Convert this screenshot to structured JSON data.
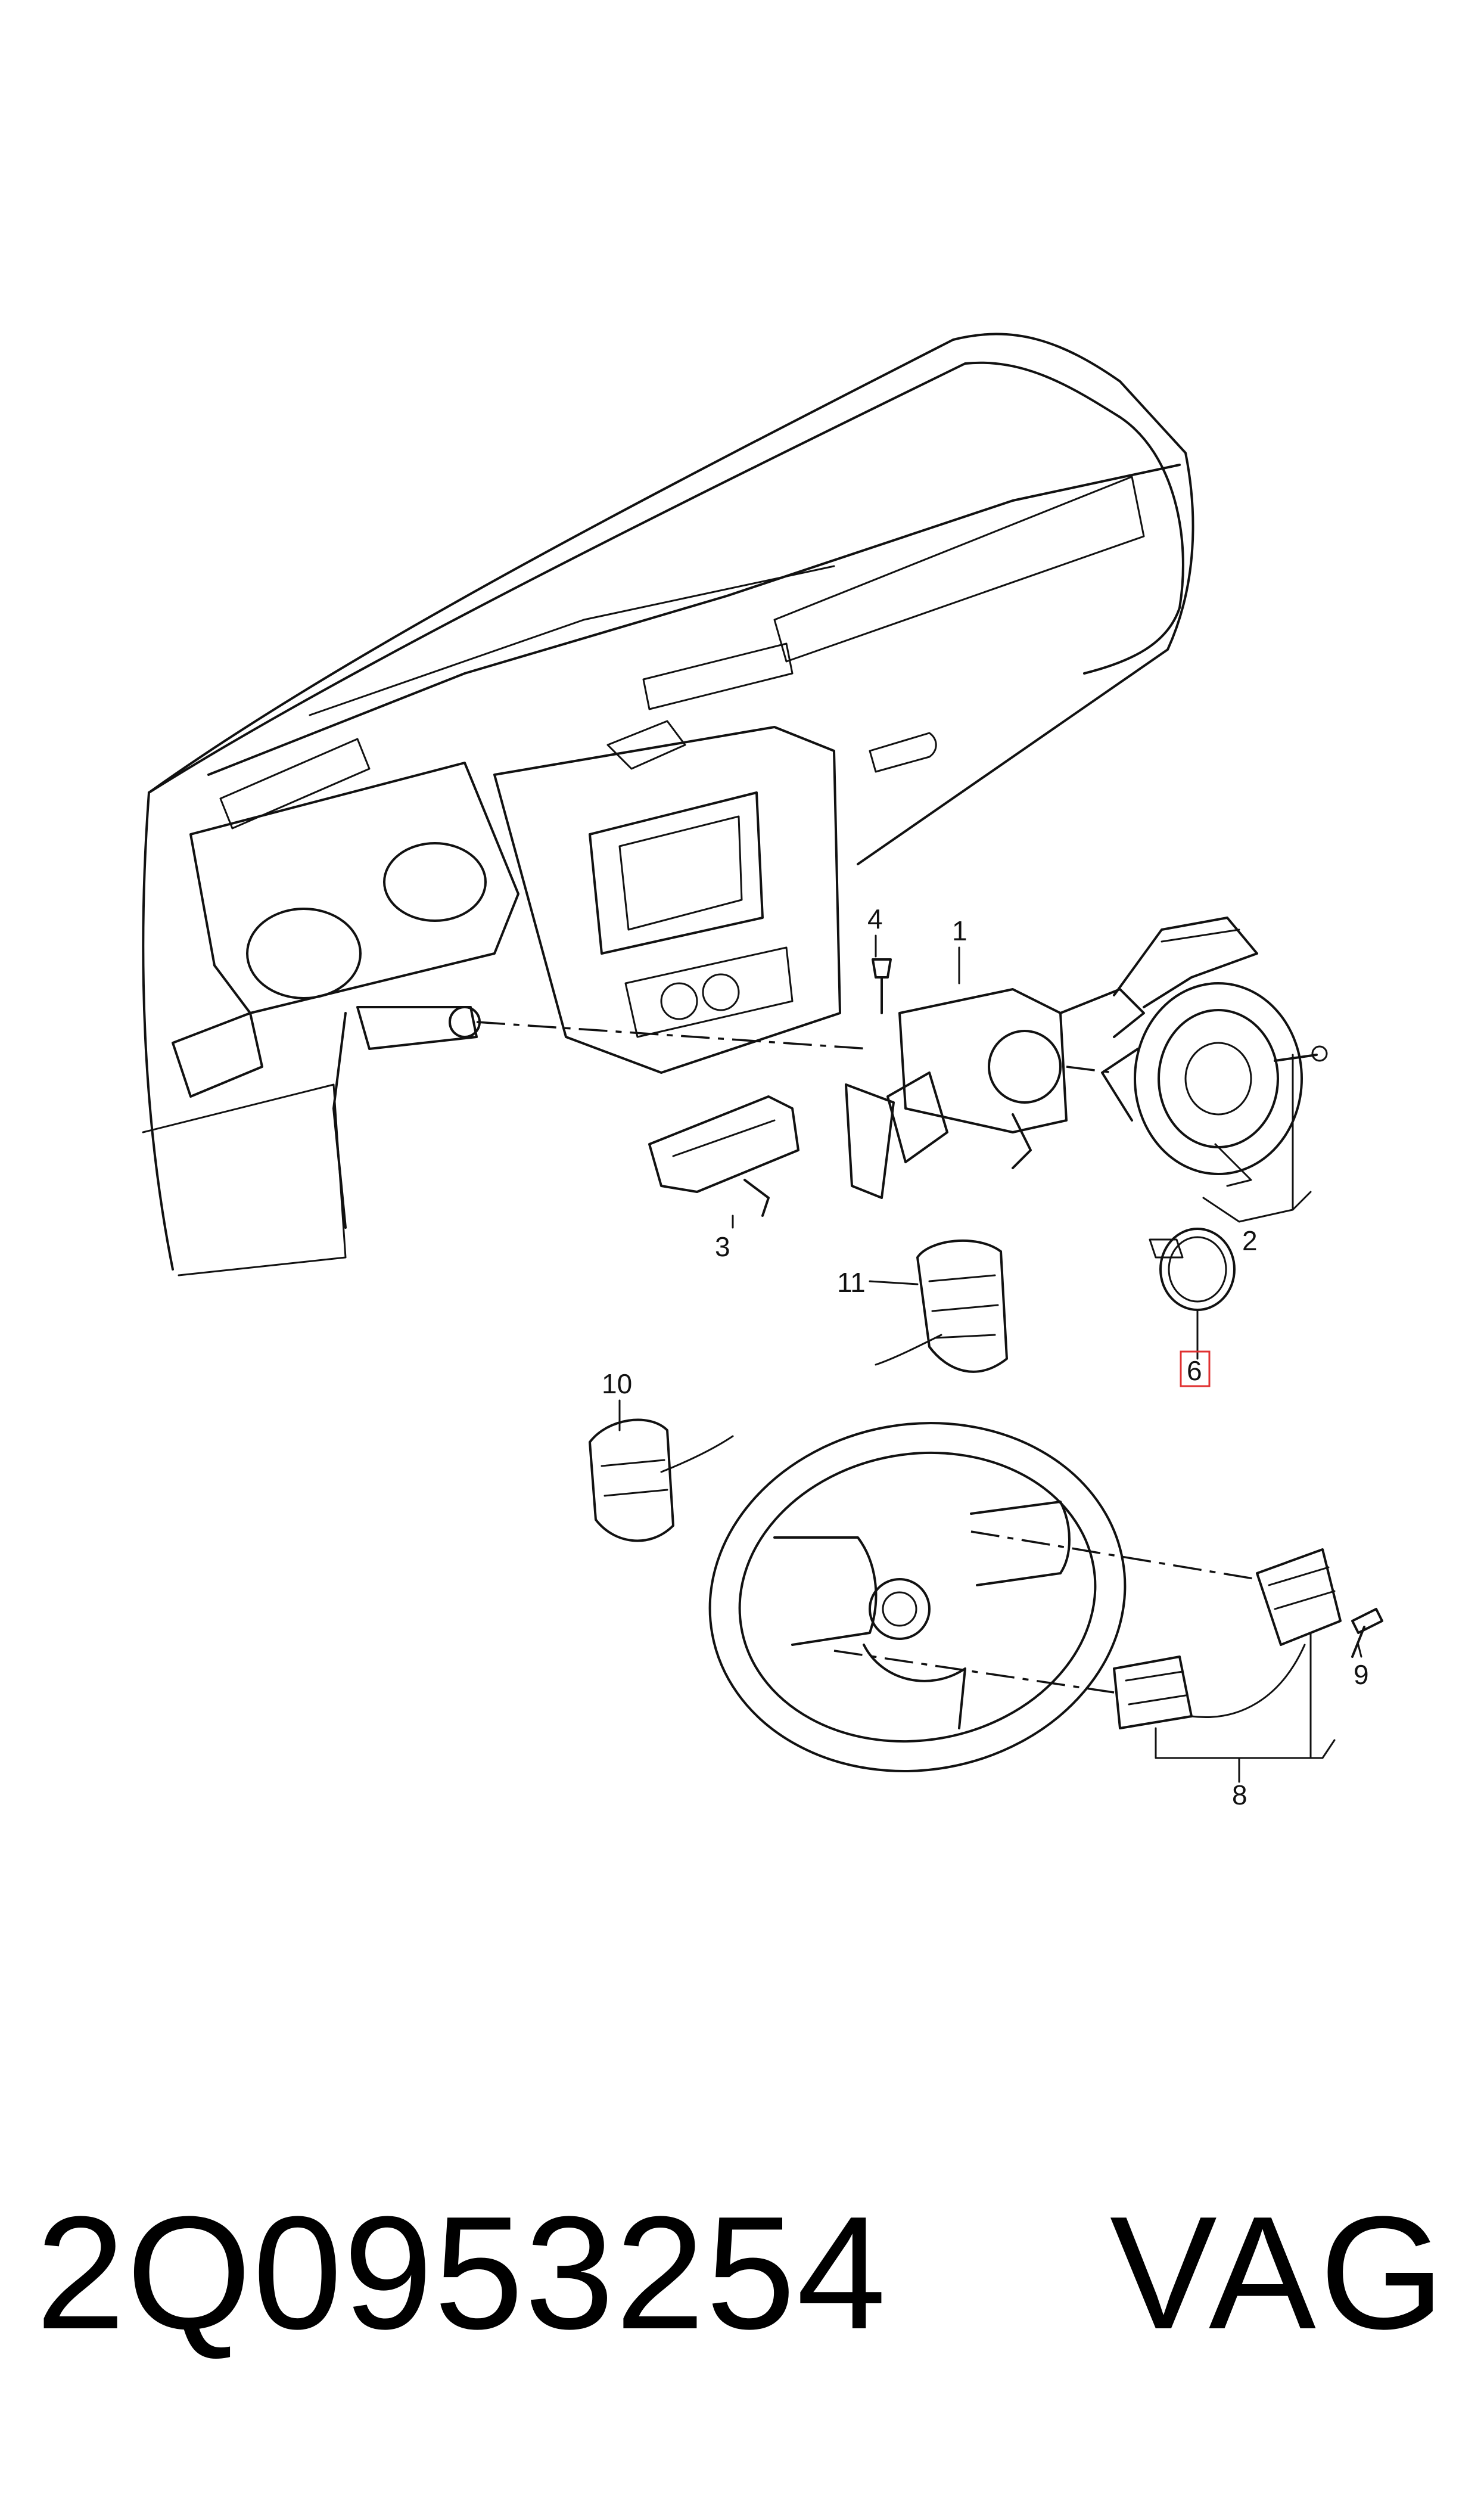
{
  "diagram": {
    "callouts": [
      "1",
      "2",
      "3",
      "4",
      "6",
      "8",
      "9",
      "10",
      "11"
    ],
    "highlight_color": "#e03030"
  },
  "footer": {
    "part_number": "2Q0953254",
    "brand": "VAG"
  }
}
